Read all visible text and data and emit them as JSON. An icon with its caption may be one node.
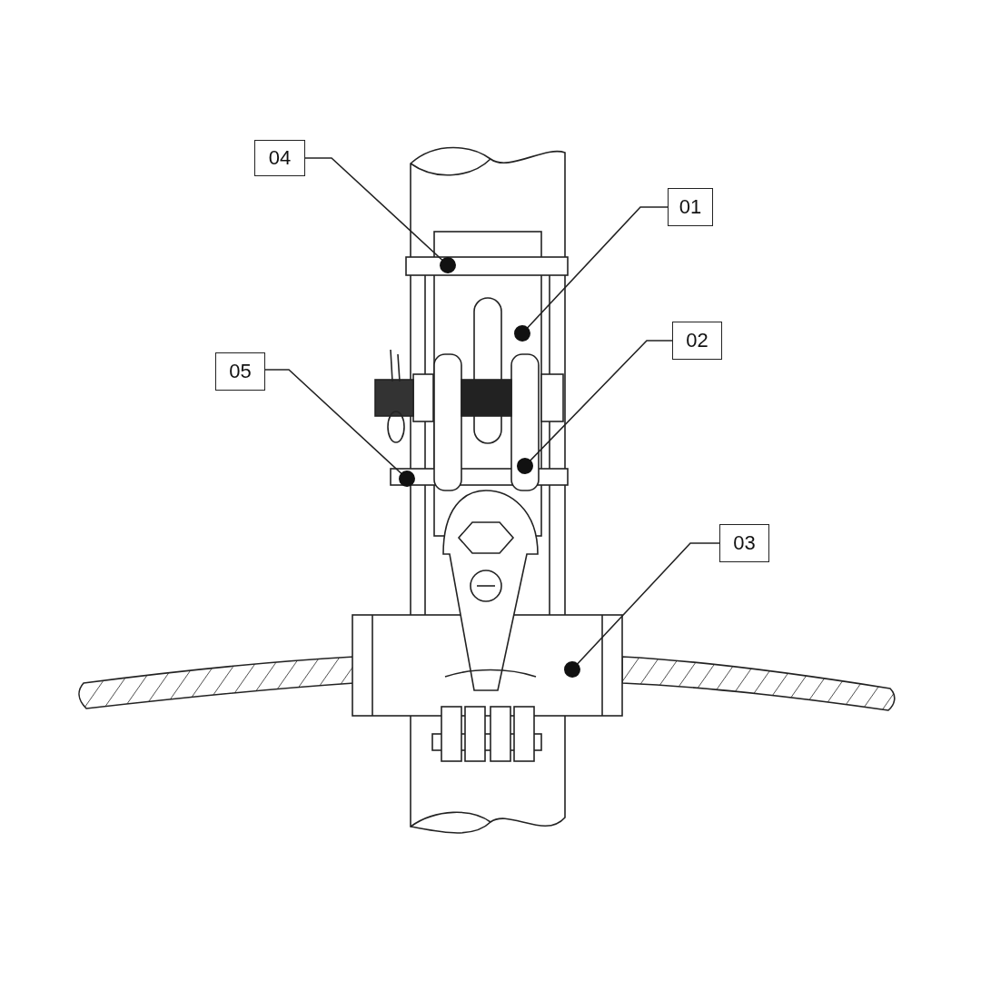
{
  "diagram": {
    "nodes": [
      {
        "text": [
          "04"
        ]
      },
      {
        "text": [
          "01"
        ]
      },
      {
        "text": [
          "02"
        ]
      },
      {
        "text": [
          "05"
        ]
      },
      {
        "text": [
          "03"
        ]
      }
    ],
    "edges": [
      {
        "from": 0,
        "to": null,
        "arrow": "other"
      },
      {
        "from": 1,
        "to": null,
        "arrow": "other"
      },
      {
        "from": 2,
        "to": null,
        "arrow": "other"
      },
      {
        "from": 3,
        "to": null,
        "arrow": "other"
      },
      {
        "from": 4,
        "to": null,
        "arrow": "other"
      }
    ]
  }
}
